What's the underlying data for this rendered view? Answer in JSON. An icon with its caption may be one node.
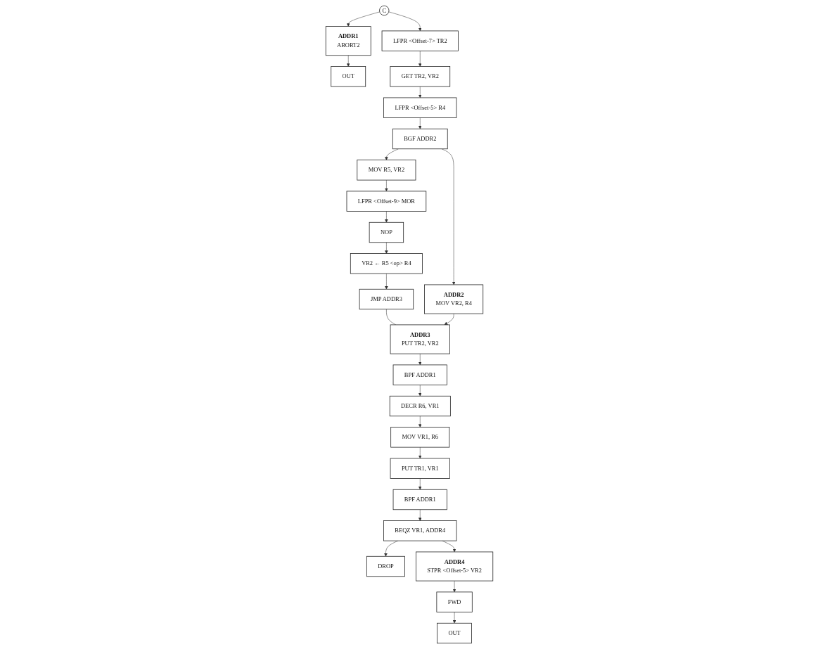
{
  "diagram": {
    "nodes": [
      {
        "text": [
          "C"
        ]
      },
      {
        "text": [
          "ADDR1",
          "ABORT2"
        ]
      },
      {
        "text": [
          "OUT"
        ]
      },
      {
        "text": [
          "LFPR <Offset-7> TR2"
        ]
      },
      {
        "text": [
          "GET TR2, VR2"
        ]
      },
      {
        "text": [
          "LFPR <Offset-5> R4"
        ]
      },
      {
        "text": [
          "BGF ADDR2"
        ]
      },
      {
        "text": [
          "MOV R5, VR2"
        ]
      },
      {
        "text": [
          "LFPR <Offset-9> MOR"
        ]
      },
      {
        "text": [
          "NOP"
        ]
      },
      {
        "text": [
          "VR2 ← R5 <op> R4"
        ]
      },
      {
        "text": [
          "JMP ADDR3"
        ]
      },
      {
        "text": [
          "ADDR2",
          "MOV VR2, R4"
        ]
      },
      {
        "text": [
          "ADDR3",
          "PUT TR2, VR2"
        ]
      },
      {
        "text": [
          "BPF ADDR1"
        ]
      },
      {
        "text": [
          "DECR R6, VR1"
        ]
      },
      {
        "text": [
          "MOV VR1, R6"
        ]
      },
      {
        "text": [
          "PUT TR1, VR1"
        ]
      },
      {
        "text": [
          "BPF ADDR1"
        ]
      },
      {
        "text": [
          "BEQZ VR1, ADDR4"
        ]
      },
      {
        "text": [
          "DROP"
        ]
      },
      {
        "text": [
          "ADDR4",
          "STPR <Offset-5> VR2"
        ]
      },
      {
        "text": [
          "FWD"
        ]
      },
      {
        "text": [
          "OUT"
        ]
      }
    ],
    "edges": [
      {
        "from": 0,
        "to": 1,
        "arrow": "to"
      },
      {
        "from": 1,
        "to": 2,
        "arrow": "to"
      },
      {
        "from": 0,
        "to": 3,
        "arrow": "to"
      },
      {
        "from": 3,
        "to": 4,
        "arrow": "to"
      },
      {
        "from": 4,
        "to": 5,
        "arrow": "to"
      },
      {
        "from": 5,
        "to": 6,
        "arrow": "to"
      },
      {
        "from": 6,
        "to": 12,
        "arrow": "to"
      },
      {
        "from": 6,
        "to": 7,
        "arrow": "to"
      },
      {
        "from": 7,
        "to": 8,
        "arrow": "to"
      },
      {
        "from": 8,
        "to": 9,
        "arrow": "to"
      },
      {
        "from": 9,
        "to": 10,
        "arrow": "to"
      },
      {
        "from": 10,
        "to": 11,
        "arrow": "to"
      },
      {
        "from": 11,
        "to": 13,
        "arrow": "none"
      },
      {
        "from": 12,
        "to": 13,
        "arrow": "to"
      },
      {
        "from": 13,
        "to": 14,
        "arrow": "to"
      },
      {
        "from": 14,
        "to": 15,
        "arrow": "to"
      },
      {
        "from": 15,
        "to": 16,
        "arrow": "to"
      },
      {
        "from": 16,
        "to": 17,
        "arrow": "to"
      },
      {
        "from": 17,
        "to": 18,
        "arrow": "to"
      },
      {
        "from": 18,
        "to": 19,
        "arrow": "to"
      },
      {
        "from": 19,
        "to": 20,
        "arrow": "to"
      },
      {
        "from": 19,
        "to": 21,
        "arrow": "to"
      },
      {
        "from": 21,
        "to": 22,
        "arrow": "to"
      },
      {
        "from": 22,
        "to": 23,
        "arrow": "to"
      }
    ]
  }
}
